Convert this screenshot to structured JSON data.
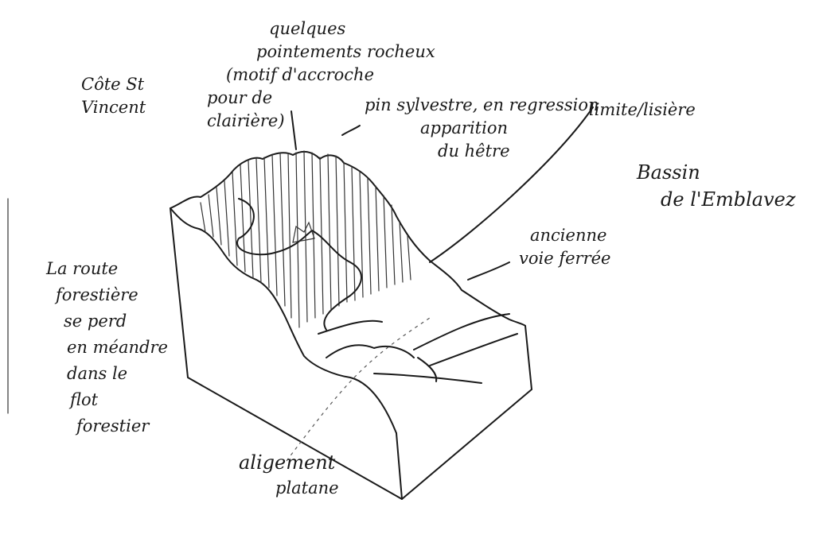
{
  "labels": {
    "cote": [
      "Côte St",
      "Vincent"
    ],
    "pointements": [
      "quelques",
      "pointements rocheux",
      "(motif d'accroche",
      "pour de",
      "clairière)"
    ],
    "pin": [
      "pin sylvestre, en regression",
      "apparition",
      "du hêtre"
    ],
    "limite": [
      "limite/lisière"
    ],
    "bassin": [
      "Bassin",
      "de l'Emblavez"
    ],
    "ancienne": [
      "ancienne",
      "voie ferrée"
    ],
    "route": [
      "La route",
      "forestière",
      "se perd",
      "en méandre",
      "dans le",
      "flot",
      "forestier"
    ],
    "aligement": [
      "aligement",
      "platane"
    ]
  }
}
